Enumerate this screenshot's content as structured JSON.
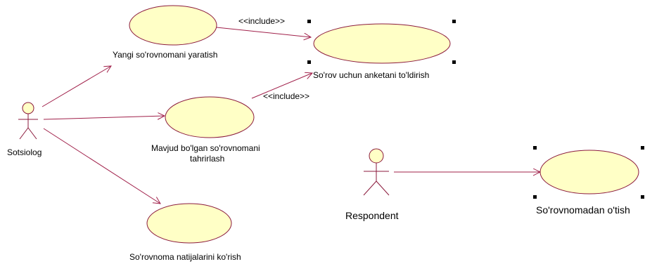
{
  "actors": {
    "sotsiolog": "Sotsiolog",
    "respondent": "Respondent"
  },
  "use_cases": {
    "create_survey": "Yangi so'rovnomani yaratish",
    "fill_form": "So'rov uchun anketani to'ldirish",
    "edit_survey_line1": "Mavjud bo'lgan so'rovnomani",
    "edit_survey_line2": "tahrirlash",
    "view_results": "So'rovnoma natijalarini ko'rish",
    "take_survey": "So'rovnomadan o'tish"
  },
  "relations": {
    "include_1": "<<include>>",
    "include_2": "<<include>>"
  },
  "colors": {
    "usecase_fill": "#ffffc6",
    "line": "#a0204a",
    "outline": "#8b1a3c",
    "handle": "#000000"
  }
}
